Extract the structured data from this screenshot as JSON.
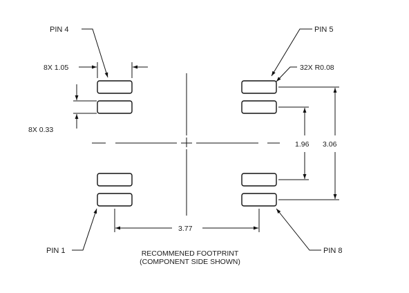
{
  "labels": {
    "pin1": "PIN 1",
    "pin4": "PIN 4",
    "pin5": "PIN 5",
    "pin8": "PIN 8",
    "pad_length": "8X 1.05",
    "pad_width": "8X 0.33",
    "corner_radius": "32X R0.08",
    "inner_pitch": "1.96",
    "outer_pitch": "3.06",
    "column_spacing": "3.77"
  },
  "caption": {
    "line1": "RECOMMENED FOOTPRINT",
    "line2": "(COMPONENT SIDE SHOWN)"
  },
  "colors": {
    "ink": "#111111",
    "background": "#ffffff"
  }
}
